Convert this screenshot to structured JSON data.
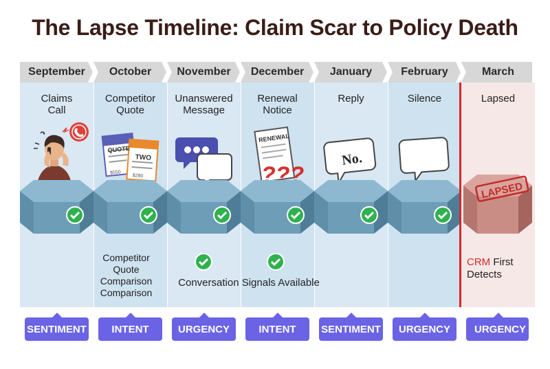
{
  "title": "The Lapse Timeline: Claim Scar to Policy Death",
  "columns": [
    {
      "month": "September",
      "event": [
        "Claims",
        "Call"
      ],
      "signal": "SENTIMENT",
      "checked": true
    },
    {
      "month": "October",
      "event": [
        "Competitor",
        "Quote"
      ],
      "signal": "INTENT",
      "checked": true
    },
    {
      "month": "November",
      "event": [
        "Unanswered",
        "Message"
      ],
      "signal": "URGENCY",
      "checked": true
    },
    {
      "month": "December",
      "event": [
        "Renewal",
        "Notice"
      ],
      "signal": "INTENT",
      "checked": true
    },
    {
      "month": "January",
      "event": [
        "Reply"
      ],
      "signal": "SENTIMENT",
      "checked": true
    },
    {
      "month": "February",
      "event": [
        "Silence"
      ],
      "signal": "URGENCY",
      "checked": true
    },
    {
      "month": "March",
      "event": [
        "Lapsed"
      ],
      "signal": "URGENCY",
      "checked": false
    }
  ],
  "illustrations": {
    "quote_doc_1": "QUOTE",
    "quote_doc_2": "TWO",
    "quote_price_1": "$550",
    "quote_price_2": "$280",
    "renewal_doc": "RENEWAL",
    "question_marks": "???",
    "reply_bubble": "No.",
    "lapsed_stamp": "LAPSED"
  },
  "notes": {
    "competitor_note": [
      "Competitor",
      "Quote",
      "Comparison",
      "Comparison"
    ],
    "signals_label": "Conversation Signals Available",
    "crm_highlight": "CRM",
    "crm_rest": " First",
    "crm_line2": "Detects"
  },
  "colors": {
    "title": "#3a1d18",
    "header": "#d7d7d7",
    "column_light": "#d9e8f3",
    "column_dark": "#cfe2f0",
    "block": "#6e9db8",
    "lapsed_block": "#c98d86",
    "check": "#2fb24e",
    "signal_pill": "#6b63e6",
    "lapse_line": "#d22a2a"
  }
}
